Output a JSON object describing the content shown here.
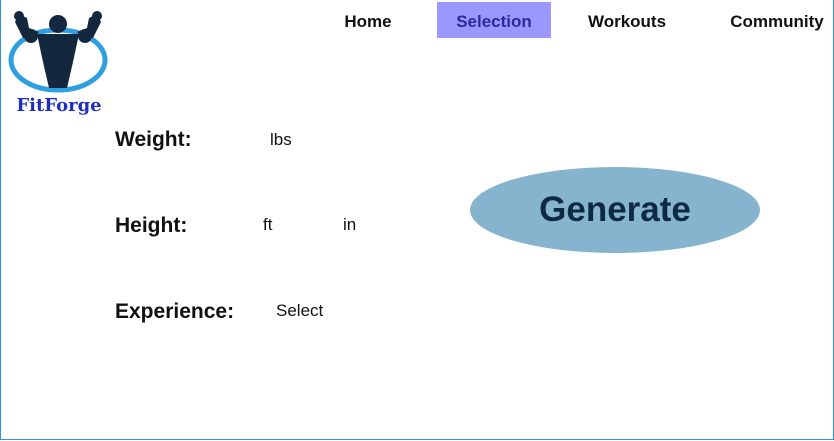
{
  "brand": {
    "name": "FitForge",
    "name_color": "#1f2fbf"
  },
  "nav": {
    "items": [
      {
        "label": "Home",
        "active": false
      },
      {
        "label": "Selection",
        "active": true
      },
      {
        "label": "Workouts",
        "active": false
      },
      {
        "label": "Community",
        "active": false
      }
    ],
    "active_bg": "#9a98ff"
  },
  "form": {
    "weight": {
      "label": "Weight:",
      "unit": "lbs",
      "value": ""
    },
    "height": {
      "label": "Height:",
      "unit_ft": "ft",
      "unit_in": "in",
      "value_ft": "",
      "value_in": ""
    },
    "experience": {
      "label": "Experience:",
      "selected": "Select"
    }
  },
  "generate": {
    "label": "Generate",
    "bg_color": "#86b3cd",
    "text_color": "#0d2a45"
  },
  "icons": [
    "bodybuilder-logo-icon"
  ]
}
